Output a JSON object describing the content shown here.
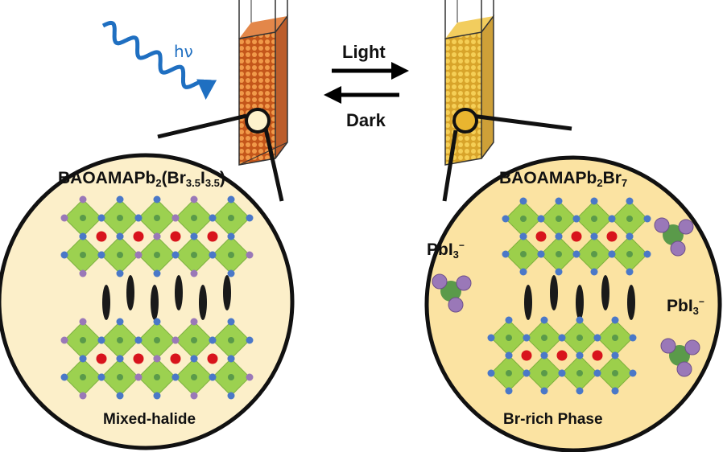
{
  "photon": {
    "label": "hν"
  },
  "arrows": {
    "forward_label": "Light",
    "reverse_label": "Dark"
  },
  "left_panel": {
    "title": {
      "prefix": "BAOAMAPb",
      "sub1": "2",
      "mid": "(Br",
      "sub2": "3.5",
      "mid2": "I",
      "sub3": "3.5",
      "suffix": ")"
    },
    "caption": "Mixed-halide",
    "cuvette_color": "#d9792a",
    "circle_color": "#fcefc9"
  },
  "right_panel": {
    "title": {
      "prefix": "BAOAMAPb",
      "sub1": "2",
      "mid": "Br",
      "sub2": "7"
    },
    "caption": "Br-rich Phase",
    "pbi3_label": {
      "prefix": "PbI",
      "sub": "3",
      "sup": "−"
    },
    "cuvette_color": "#e8b838",
    "circle_color": "#fbe3a2"
  },
  "colors": {
    "octahedron": "#8ccc3c",
    "br_atom": "#4a78c8",
    "i_atom": "#9a78b8",
    "cation": "#d8141c",
    "organic_spacer": "#1a1a1a",
    "pb_atom": "#5a9a4a",
    "photon_wave": "#1f6fc1"
  }
}
